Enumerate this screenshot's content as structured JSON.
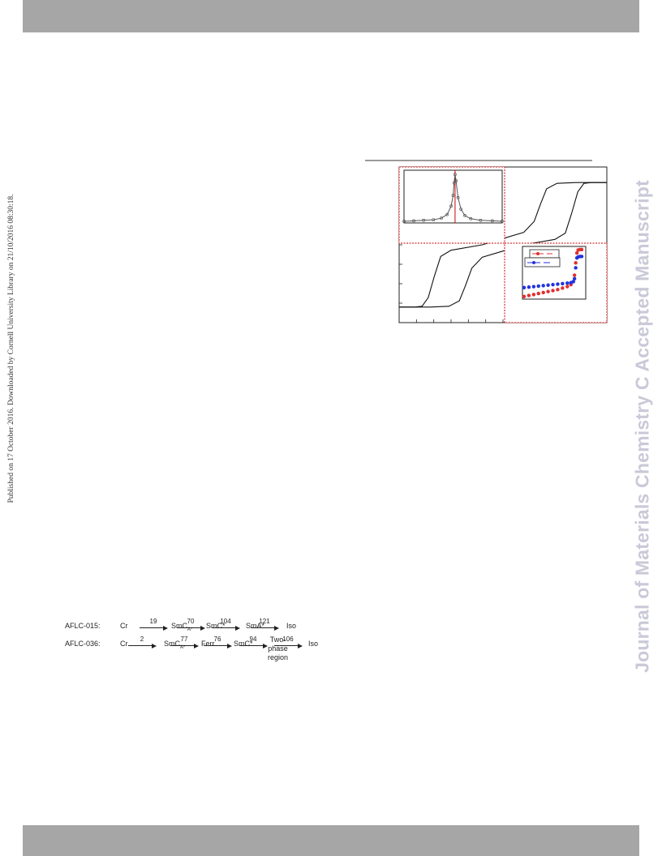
{
  "side_note": "Published on 17 October 2016. Downloaded by Cornell University Library on 21/10/2016 08:30:18.",
  "watermark": "Journal of Materials Chemistry C Accepted Manuscript",
  "colors": {
    "band": "#a6a6a6",
    "watermark": "#c9c9d8",
    "inset_border": "#cc0000",
    "series_red": "#e03030",
    "series_blue": "#2233dd",
    "peak_fit": "#555555"
  },
  "figure": {
    "chart_data": [
      {
        "type": "line",
        "role": "main hysteresis loop",
        "xlim": [
          -1,
          1
        ],
        "ylim": [
          -1,
          1
        ],
        "series": [
          {
            "values_x": [
              -1.0,
              -0.7,
              -0.52,
              -0.42,
              -0.36,
              -0.3,
              -0.2,
              0.0,
              0.2,
              0.5,
              0.6,
              0.66,
              0.72,
              0.78,
              0.85,
              1.0
            ],
            "values_y": [
              -0.8,
              -0.8,
              -0.79,
              -0.72,
              -0.52,
              -0.3,
              -0.16,
              -0.08,
              0.0,
              0.07,
              0.15,
              0.4,
              0.68,
              0.79,
              0.8,
              0.8
            ]
          },
          {
            "values_x": [
              1.0,
              0.7,
              0.52,
              0.42,
              0.36,
              0.3,
              0.2,
              0.0,
              -0.2,
              -0.5,
              -0.6,
              -0.66,
              -0.72,
              -0.78,
              -0.85,
              -1.0
            ],
            "values_y": [
              0.8,
              0.8,
              0.79,
              0.72,
              0.52,
              0.3,
              0.16,
              0.08,
              0.0,
              -0.07,
              -0.15,
              -0.4,
              -0.68,
              -0.79,
              -0.8,
              -0.8
            ]
          }
        ]
      },
      {
        "type": "line",
        "role": "top-left inset peak",
        "xlim": [
          0,
          1
        ],
        "ylim": [
          0,
          1
        ],
        "marker_line_x": 0.52,
        "series": [
          {
            "values_x": [
              0.0,
              0.1,
              0.2,
              0.3,
              0.38,
              0.44,
              0.48,
              0.5,
              0.51,
              0.52,
              0.53,
              0.55,
              0.58,
              0.62,
              0.68,
              0.78,
              0.9,
              1.0
            ],
            "values_y": [
              0.03,
              0.04,
              0.05,
              0.06,
              0.09,
              0.16,
              0.32,
              0.52,
              0.76,
              0.92,
              0.8,
              0.48,
              0.26,
              0.14,
              0.08,
              0.05,
              0.04,
              0.03
            ]
          }
        ]
      },
      {
        "type": "scatter",
        "role": "bottom-right inset",
        "xlim": [
          0,
          1
        ],
        "ylim": [
          0,
          1
        ],
        "series": [
          {
            "color": "red",
            "values_x": [
              0.0,
              0.08,
              0.16,
              0.24,
              0.32,
              0.4,
              0.48,
              0.56,
              0.64,
              0.72,
              0.78,
              0.82,
              0.84,
              0.86,
              0.88,
              0.9,
              0.93,
              0.96
            ],
            "values_y": [
              0.02,
              0.04,
              0.06,
              0.08,
              0.1,
              0.12,
              0.14,
              0.16,
              0.19,
              0.22,
              0.26,
              0.32,
              0.45,
              0.7,
              0.9,
              0.96,
              0.97,
              0.97
            ]
          },
          {
            "color": "blue",
            "values_x": [
              0.0,
              0.08,
              0.16,
              0.24,
              0.32,
              0.4,
              0.48,
              0.56,
              0.64,
              0.72,
              0.78,
              0.82,
              0.84,
              0.86,
              0.88,
              0.9,
              0.93,
              0.96
            ],
            "values_y": [
              0.2,
              0.21,
              0.22,
              0.23,
              0.24,
              0.25,
              0.26,
              0.27,
              0.28,
              0.29,
              0.3,
              0.32,
              0.38,
              0.6,
              0.8,
              0.82,
              0.83,
              0.83
            ]
          }
        ]
      }
    ]
  },
  "schemes": [
    {
      "label": "AFLC-015:",
      "start": "Cr",
      "steps": [
        {
          "t": "19",
          "phase": "SmC",
          "sub": "A*"
        },
        {
          "t": "70",
          "phase": "SmC*",
          "sub": ""
        },
        {
          "t": "104",
          "phase": "SmA*",
          "sub": ""
        },
        {
          "t": "121",
          "phase": "Iso",
          "sub": ""
        }
      ]
    },
    {
      "label": "AFLC-036:",
      "start": "Cr",
      "steps": [
        {
          "t": "2",
          "phase": "SmC",
          "sub": "A*"
        },
        {
          "t": "77",
          "phase": "Ferr",
          "sub": ""
        },
        {
          "t": "76",
          "phase": "SmC*",
          "sub": ""
        },
        {
          "t": "94",
          "phase": "Two-",
          "phase_l2": "phase",
          "phase_l3": "region",
          "sub": ""
        },
        {
          "t": "106",
          "phase": "Iso",
          "sub": ""
        }
      ]
    }
  ]
}
